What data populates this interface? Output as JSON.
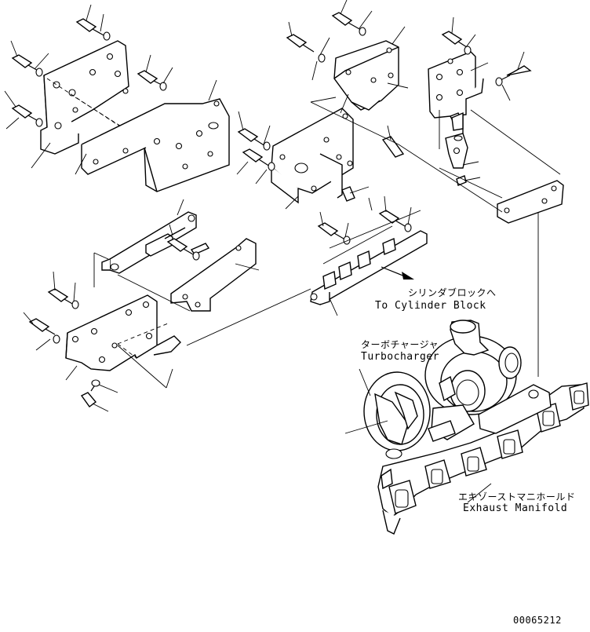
{
  "labels": {
    "cylinder_block_jp": "シリンダブロックへ",
    "cylinder_block_en": "To Cylinder Block",
    "turbocharger_jp": "ターボチャージャ",
    "turbocharger_en": "Turbocharger",
    "exhaust_manifold_jp": "エキゾーストマニホールド",
    "exhaust_manifold_en": "Exhaust Manifold",
    "drawing_number": "00065212"
  }
}
